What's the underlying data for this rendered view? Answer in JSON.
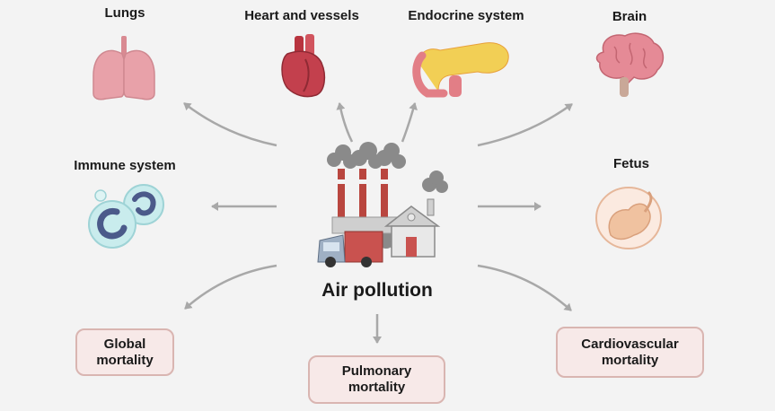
{
  "center": {
    "label": "Air pollution"
  },
  "organs": {
    "lungs": "Lungs",
    "heart": "Heart and vessels",
    "endocrine": "Endocrine system",
    "brain": "Brain",
    "immune": "Immune system",
    "fetus": "Fetus"
  },
  "outcomes": {
    "global": {
      "line1": "Global",
      "line2": "mortality"
    },
    "pulmonary": {
      "line1": "Pulmonary",
      "line2": "mortality"
    },
    "cardiovascular": {
      "line1": "Cardiovascular",
      "line2": "mortality"
    }
  },
  "colors": {
    "arrow": "#a8a8a8",
    "box_fill": "#f7e9e8",
    "box_border": "#d9b5b1",
    "smoke": "#8a8a8a",
    "lung": "#e39aa2",
    "heart": "#c3404d",
    "gland": "#f2cf55",
    "brain": "#e58a96",
    "fetus": "#f0c2a0",
    "cell": "#c9eced",
    "nucleus": "#4b5a8a",
    "truck": "#c9524f",
    "house": "#e8e8e8"
  }
}
